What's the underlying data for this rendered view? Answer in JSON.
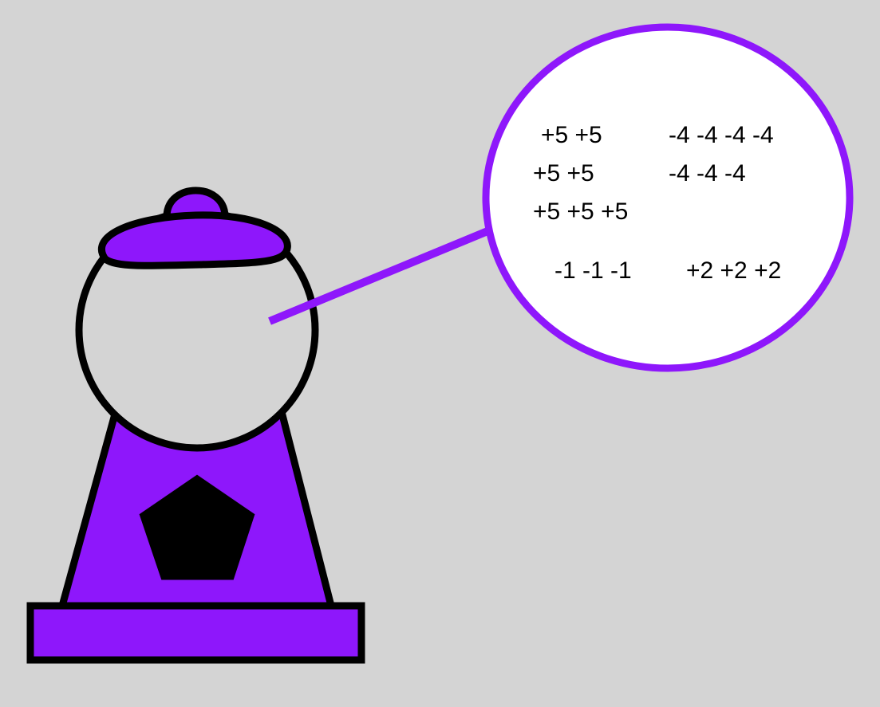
{
  "colors": {
    "background": "#d4d4d4",
    "purple": "#8e17fb",
    "outline": "#000000",
    "bubble_fill": "#ffffff",
    "bubble_border": "#8e17fb",
    "coin_slot": "#000000"
  },
  "bubble": {
    "rows": [
      {
        "left": "+5 +5",
        "right": "-4 -4 -4 -4"
      },
      {
        "left": "+5 +5",
        "right": "-4 -4 -4"
      },
      {
        "left": "+5 +5 +5",
        "right": ""
      },
      {
        "left": "-1 -1 -1",
        "right": "+2 +2 +2"
      }
    ]
  },
  "icons": {
    "machine": "gumball-machine-icon",
    "slot": "pentagon-coin-slot-icon"
  }
}
